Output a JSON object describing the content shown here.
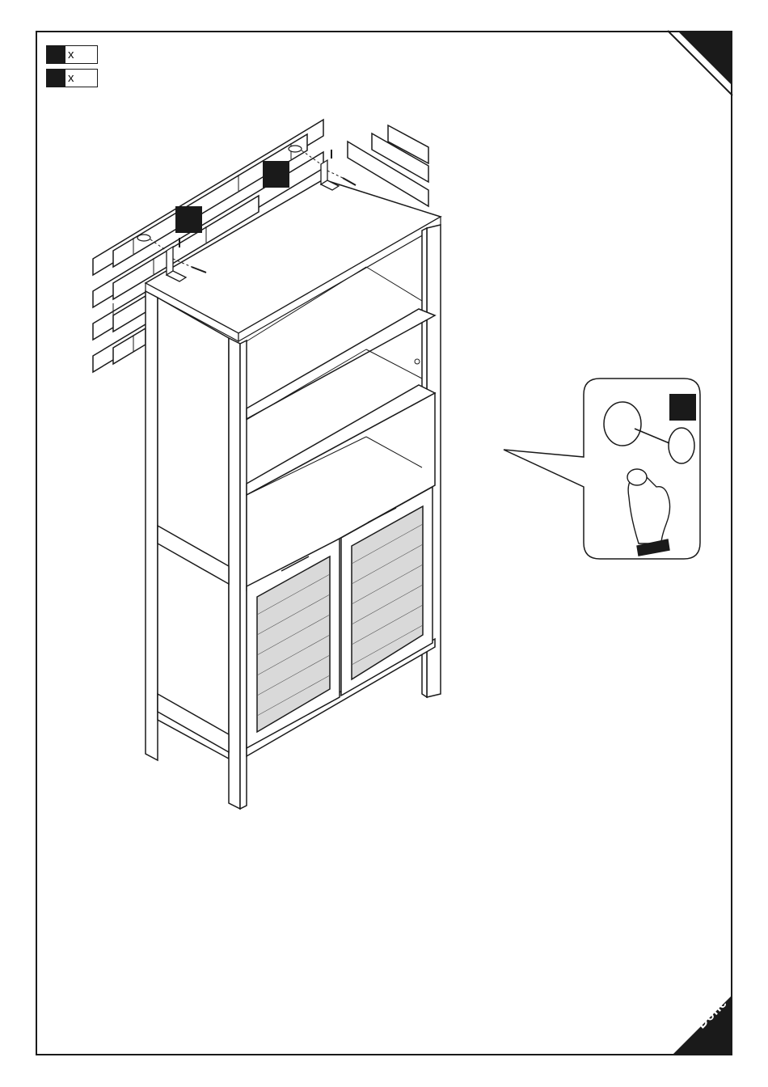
{
  "parts_list": [
    {
      "label": "x"
    },
    {
      "label": "x"
    }
  ],
  "corner_tab": {
    "label": "Done"
  },
  "colors": {
    "ink": "#1a1a1a",
    "paper": "#ffffff"
  },
  "icons": [
    "brick-wall-icon",
    "bookcase-cabinet-icon",
    "wall-bracket-icon",
    "screw-icon",
    "wall-anchor-icon",
    "felt-pad-detail-icon",
    "hand-icon"
  ]
}
